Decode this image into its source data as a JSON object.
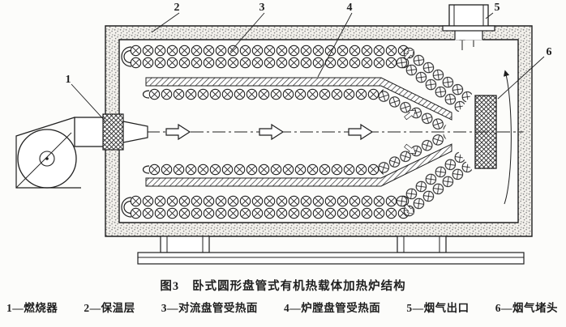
{
  "figure": {
    "caption": {
      "label": "图3",
      "title": "卧式圆形盘管式有机热载体加热炉结构"
    },
    "legend": {
      "items": [
        {
          "num": "1",
          "sep": "—",
          "term": "燃烧器"
        },
        {
          "num": "2",
          "sep": "—",
          "term": "保温层"
        },
        {
          "num": "3",
          "sep": "—",
          "term": "对流盘管受热面"
        },
        {
          "num": "4",
          "sep": "—",
          "term": "炉膛盘管受热面"
        },
        {
          "num": "5",
          "sep": "—",
          "term": "烟气出口"
        },
        {
          "num": "6",
          "sep": "—",
          "term": "烟气堵头"
        }
      ]
    },
    "colors": {
      "ink": "#1f1f1f",
      "paper": "#fcfcfa",
      "stipple": "#8a8a8a"
    }
  }
}
